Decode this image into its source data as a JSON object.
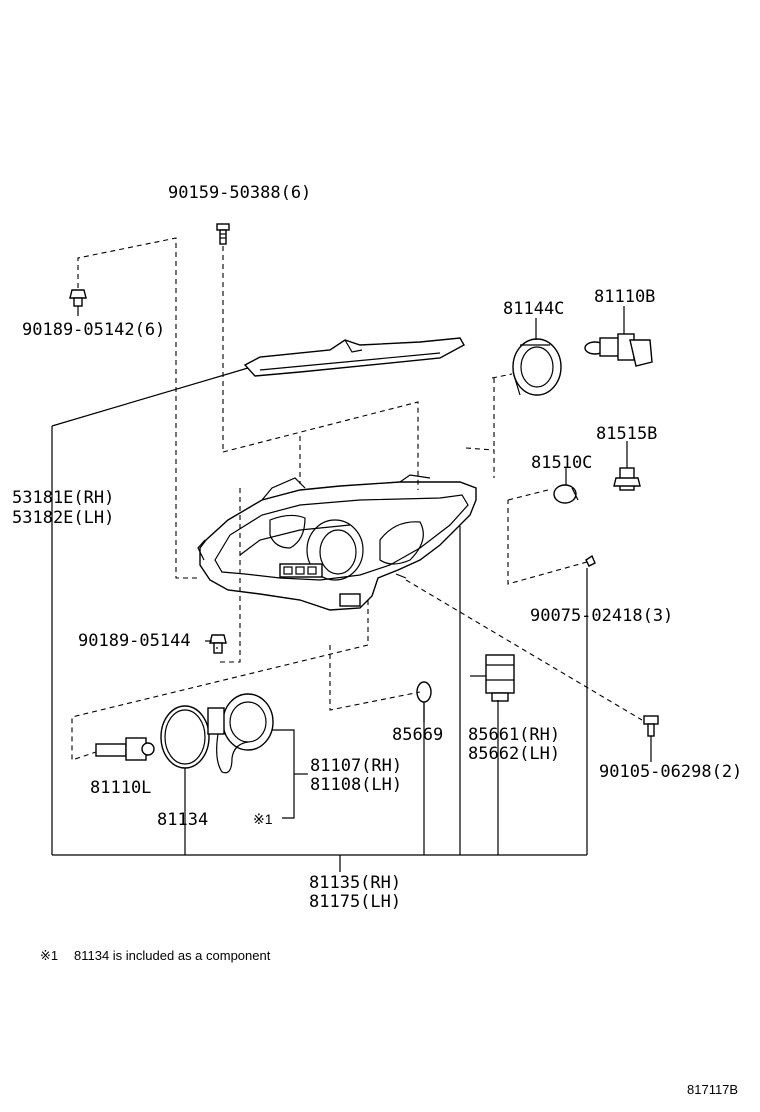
{
  "labels": {
    "p90159": "90159-50388(6)",
    "p90189_05142": "90189-05142(6)",
    "p81144c": "81144C",
    "p81110b": "81110B",
    "p81515b": "81515B",
    "p81510c": "81510C",
    "p53181e": "53181E(RH)",
    "p53182e": "53182E(LH)",
    "p90075": "90075-02418(3)",
    "p90189_05144": "90189-05144",
    "p85669": "85669",
    "p85661": "85661(RH)",
    "p85662": "85662(LH)",
    "p90105": "90105-06298(2)",
    "p81107": "81107(RH)",
    "p81108": "81108(LH)",
    "p81110l": "81110L",
    "p81134": "81134",
    "p_ref1": "※1",
    "p81135": "81135(RH)",
    "p81175": "81175(LH)"
  },
  "footnote": {
    "mark": "※1",
    "text": "81134 is included as a component"
  },
  "diagram_id": "817117B"
}
